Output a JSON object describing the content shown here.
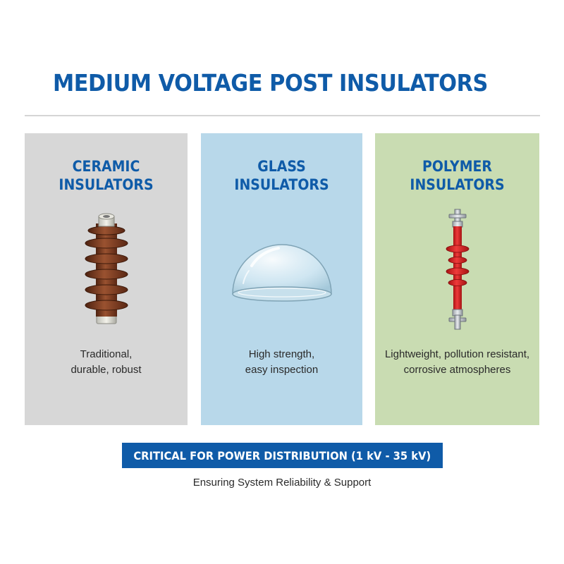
{
  "title": "MEDIUM VOLTAGE POST INSULATORS",
  "cards": [
    {
      "title_lines": [
        "CERAMIC",
        "INSULATORS"
      ],
      "icon": "ceramic-insulator-icon",
      "description_lines": [
        "Traditional,",
        "durable, robust"
      ],
      "background": "#d7d7d7"
    },
    {
      "title_lines": [
        "GLASS",
        "INSULATORS"
      ],
      "icon": "glass-dome-insulator-icon",
      "description_lines": [
        "High strength,",
        "easy inspection"
      ],
      "background": "#b8d8ea"
    },
    {
      "title_lines": [
        "POLYMER",
        "INSULATORS"
      ],
      "icon": "polymer-insulator-icon",
      "description_lines": [
        "Lightweight, pollution resistant,",
        "corrosive atmospheres"
      ],
      "background": "#c9dcb2"
    }
  ],
  "banner": "CRITICAL FOR POWER DISTRIBUTION (1 kV - 35 kV)",
  "subtitle": "Ensuring System Reliability & Support",
  "colors": {
    "accent": "#0f5ba8",
    "ceramic_brown": "#7a3a1c",
    "polymer_red": "#d81e1e"
  }
}
